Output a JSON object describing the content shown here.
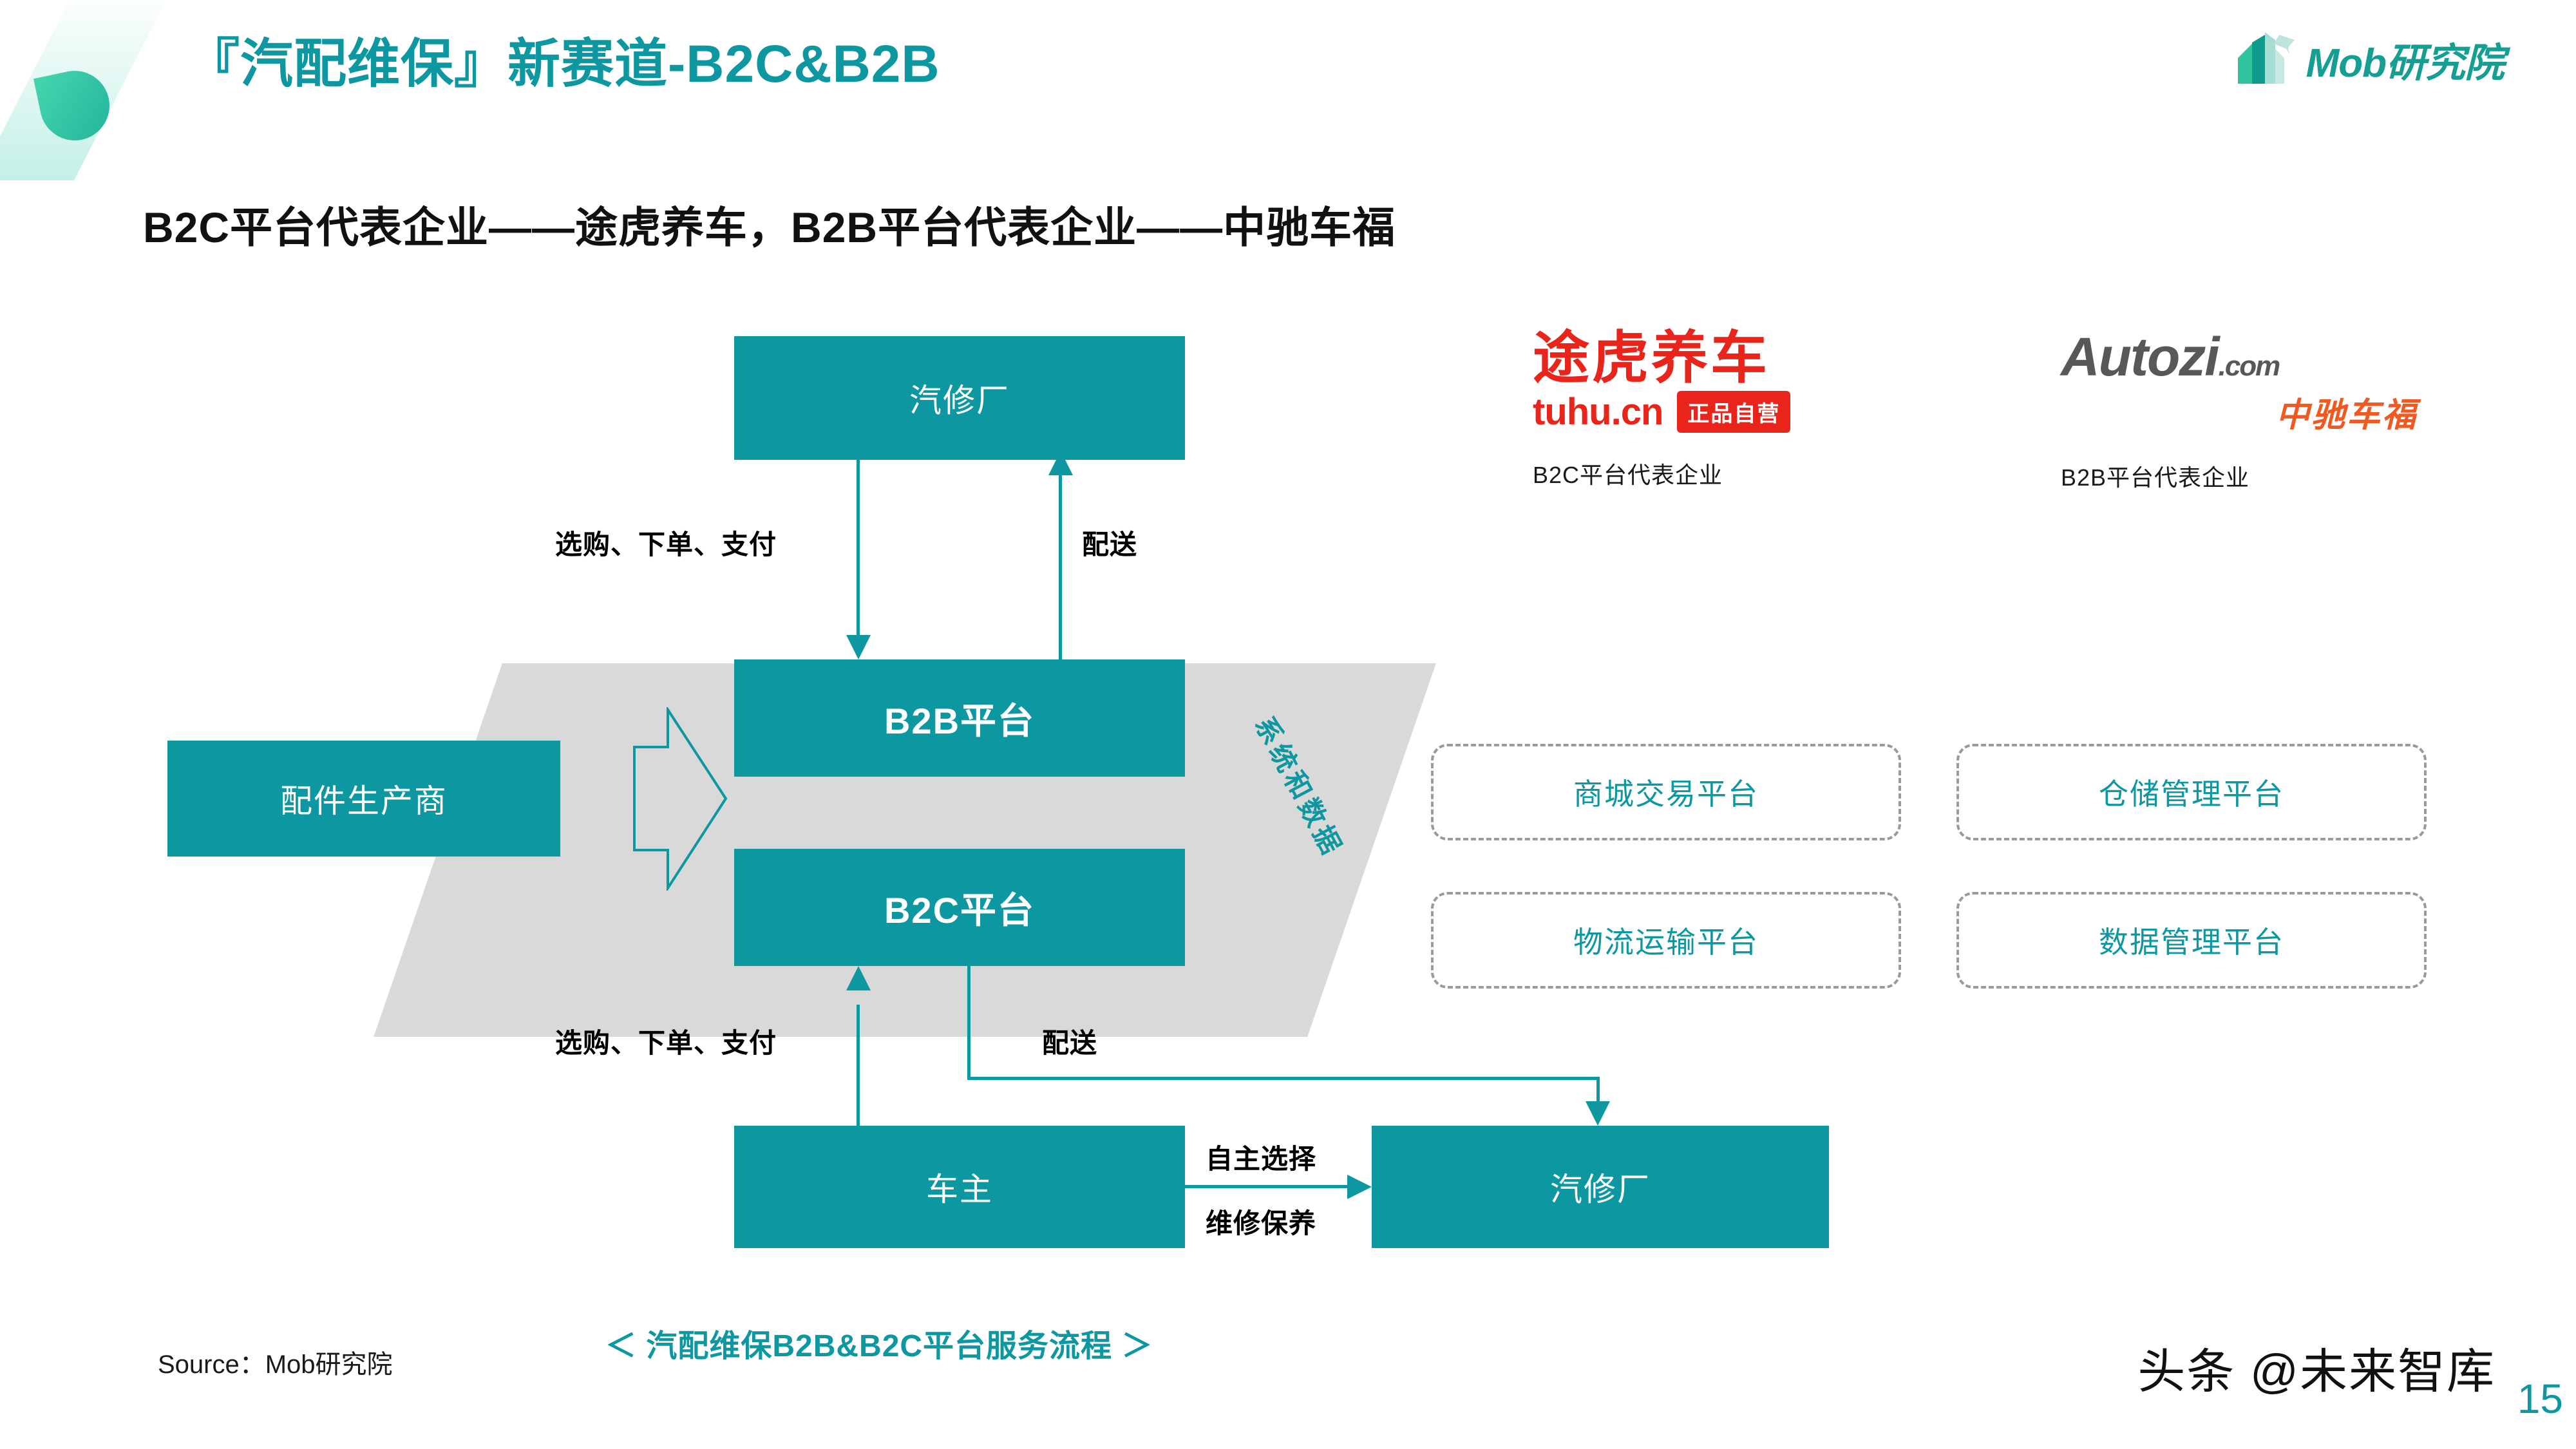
{
  "header": {
    "title": "『汽配维保』新赛道-B2C&B2B",
    "subtitle": "B2C平台代表企业——途虎养车，B2B平台代表企业——中驰车福",
    "logo_text": "Mob研究院"
  },
  "diagram": {
    "repair_shop_top": "汽修厂",
    "b2b_platform": "B2B平台",
    "b2c_platform": "B2C平台",
    "parts_manufacturer": "配件生产商",
    "car_owner": "车主",
    "repair_shop_bottom": "汽修厂",
    "system_and_data": "系统和数据",
    "labels": {
      "purchase_order_pay_top": "选购、下单、支付",
      "delivery_top": "配送",
      "purchase_order_pay_bottom": "选购、下单、支付",
      "delivery_bottom": "配送",
      "self_select": "自主选择",
      "repair_maintain": "维修保养"
    }
  },
  "platforms": [
    {
      "label": "商城交易平台"
    },
    {
      "label": "仓储管理平台"
    },
    {
      "label": "物流运输平台"
    },
    {
      "label": "数据管理平台"
    }
  ],
  "brands": {
    "tuhu": {
      "name_cn": "途虎养车",
      "domain": "tuhu.cn",
      "badge": "正品自营",
      "caption": "B2C平台代表企业"
    },
    "autozi": {
      "name_en": "Autozi",
      "domain_suffix": ".com",
      "name_cn": "中驰车福",
      "caption": "B2B平台代表企业"
    }
  },
  "footer": {
    "source": "Source：Mob研究院",
    "caption": "＜ 汽配维保B2B&B2C平台服务流程 ＞",
    "watermark": "头条 @未来智库",
    "page_number": "15"
  },
  "colors": {
    "teal": "#0D97A0",
    "gray_panel": "#D9D9D9",
    "red_brand": "#E8241B",
    "orange_brand": "#F05A22",
    "dark_gray_brand": "#58585A"
  }
}
